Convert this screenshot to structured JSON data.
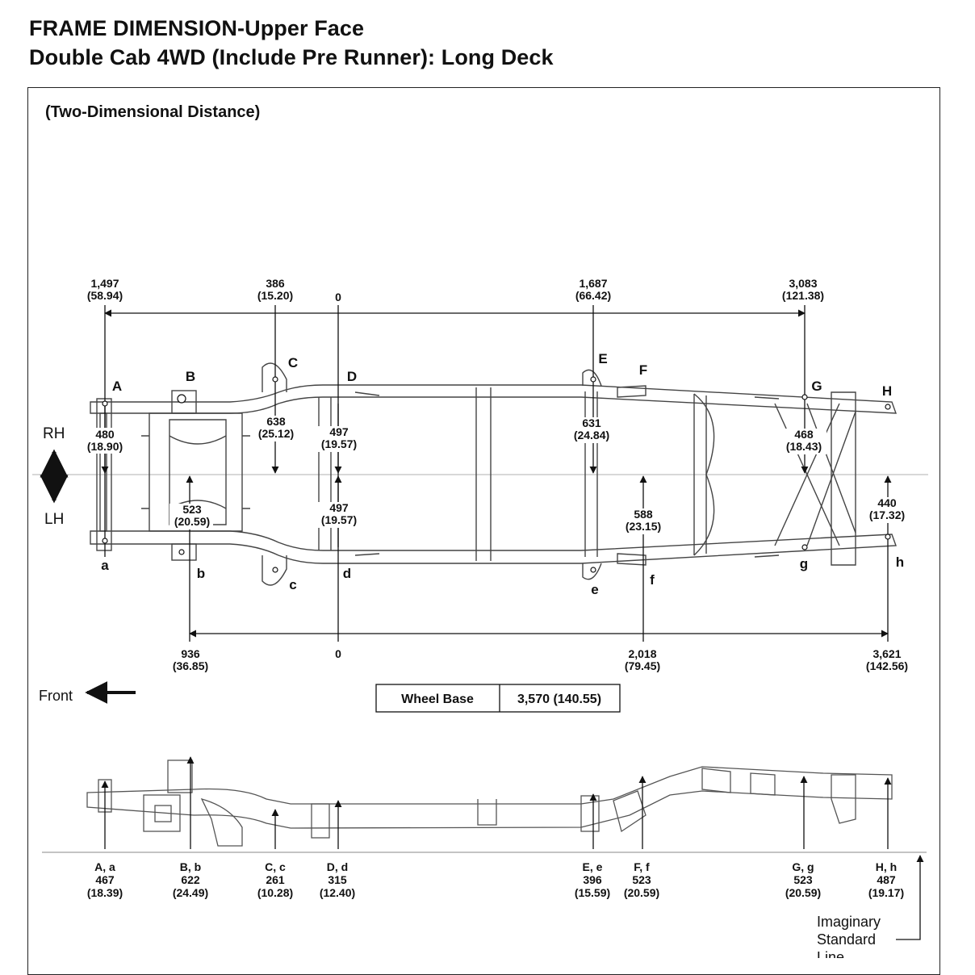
{
  "title": "FRAME DIMENSION-Upper Face",
  "subtitle": "Double Cab 4WD (Include Pre Runner): Long Deck",
  "panel_heading": "(Two-Dimensional Distance)",
  "top_dims": [
    {
      "v": "1,497",
      "s": "(58.94)"
    },
    {
      "v": "386",
      "s": "(15.20)"
    },
    {
      "v": "0",
      "s": ""
    },
    {
      "v": "1,687",
      "s": "(66.42)"
    },
    {
      "v": "3,083",
      "s": "(121.38)"
    }
  ],
  "bottom_dims": [
    {
      "v": "936",
      "s": "(36.85)"
    },
    {
      "v": "0",
      "s": ""
    },
    {
      "v": "2,018",
      "s": "(79.45)"
    },
    {
      "v": "3,621",
      "s": "(142.56)"
    }
  ],
  "width_dims": [
    {
      "v": "480",
      "s": "(18.90)"
    },
    {
      "v": "638",
      "s": "(25.12)"
    },
    {
      "v": "497",
      "s": "(19.57)"
    },
    {
      "v": "631",
      "s": "(24.84)"
    },
    {
      "v": "468",
      "s": "(18.43)"
    },
    {
      "v": "523",
      "s": "(20.59)"
    },
    {
      "v": "497",
      "s": "(19.57)"
    },
    {
      "v": "588",
      "s": "(23.15)"
    },
    {
      "v": "440",
      "s": "(17.32)"
    }
  ],
  "upper_letters": [
    "A",
    "B",
    "C",
    "D",
    "E",
    "F",
    "G",
    "H"
  ],
  "lower_letters": [
    "a",
    "b",
    "c",
    "d",
    "e",
    "f",
    "g",
    "h"
  ],
  "rh_label": "RH",
  "lh_label": "LH",
  "front_label": "Front",
  "wheel_base": {
    "label": "Wheel Base",
    "value": "3,570 (140.55)"
  },
  "heights": [
    {
      "p": "A, a",
      "v": "467",
      "s": "(18.39)"
    },
    {
      "p": "B, b",
      "v": "622",
      "s": "(24.49)"
    },
    {
      "p": "C, c",
      "v": "261",
      "s": "(10.28)"
    },
    {
      "p": "D, d",
      "v": "315",
      "s": "(12.40)"
    },
    {
      "p": "E, e",
      "v": "396",
      "s": "(15.59)"
    },
    {
      "p": "F, f",
      "v": "523",
      "s": "(20.59)"
    },
    {
      "p": "G, g",
      "v": "523",
      "s": "(20.59)"
    },
    {
      "p": "H, h",
      "v": "487",
      "s": "(19.17)"
    }
  ],
  "imaginary_label": [
    "Imaginary",
    "Standard",
    "Line"
  ]
}
